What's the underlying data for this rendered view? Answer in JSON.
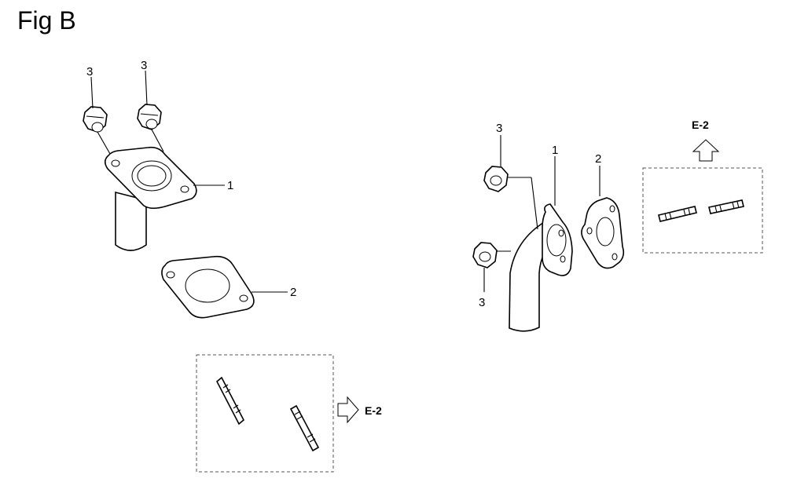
{
  "figure": {
    "title": "Fig B"
  },
  "callouts": {
    "left_bolt_a": "3",
    "left_bolt_b": "3",
    "left_pipe": "1",
    "left_gasket": "2",
    "right_bolt_top": "3",
    "right_bolt_bottom": "3",
    "right_pipe": "1",
    "right_gasket": "2"
  },
  "refs": {
    "left_studs": "E-2",
    "right_studs": "E-2"
  }
}
